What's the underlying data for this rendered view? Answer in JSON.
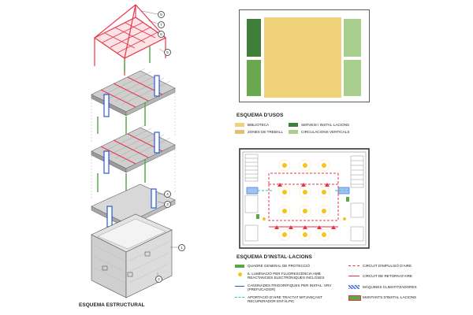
{
  "structural": {
    "title": "ESQUEMA ESTRUCTURAL",
    "callouts": [
      "8",
      "7",
      "6",
      "5",
      "4",
      "3",
      "1",
      "2"
    ]
  },
  "uses": {
    "title": "ESQUEMA D'USOS",
    "legend": [
      {
        "label": "BIBLIOTECA",
        "color": "#f0d27a"
      },
      {
        "label": "SERVEIS I INSTAL·LACIONS",
        "color": "#3f7f3a"
      },
      {
        "label": "ZONES DE TREBALL",
        "color": "#e0c36a"
      },
      {
        "label": "CIRCULACIONS VERTICALS",
        "color": "#a9cf8e"
      }
    ]
  },
  "installations": {
    "title": "ESQUEMA D'INSTAL·LACIONS",
    "legend_left": [
      {
        "label": "QUADRE GENERAL DE PROTECCIÓ",
        "icon": "green-bar"
      },
      {
        "label": "IL·LUMINACIÓ PER FLUORESCÈNCIA AMB REACTANCIES ELECTRÒNIQUES INCLOSES",
        "icon": "yellow-dot"
      },
      {
        "label": "CANONADES FRIGORÍFIQUES PER INSTAL. VRV (PREFUCADOR)",
        "icon": "blue-line"
      },
      {
        "label": "APORTACIÓ D'AIRE TRACTAT MITJANÇANT RECUPERADOR ENTÀLPIC",
        "icon": "cyan-dash"
      }
    ],
    "legend_right": [
      {
        "label": "CIRCUIT D'IMPULSIÓ D'AIRE",
        "icon": "red-dash"
      },
      {
        "label": "CIRCUIT DE RETORN D'AIRE",
        "icon": "red-solid"
      },
      {
        "label": "MÀQUINES CLIMATITZADORES",
        "icon": "blue-hatch"
      },
      {
        "label": "MUNTANTS D'INSTAL·LACIONS",
        "icon": "green-red-box"
      }
    ],
    "colors": {
      "supply": "#e8344a",
      "light": "#f6c21c",
      "pipe": "#2a5bd7",
      "fresh": "#2ec4c4"
    }
  }
}
